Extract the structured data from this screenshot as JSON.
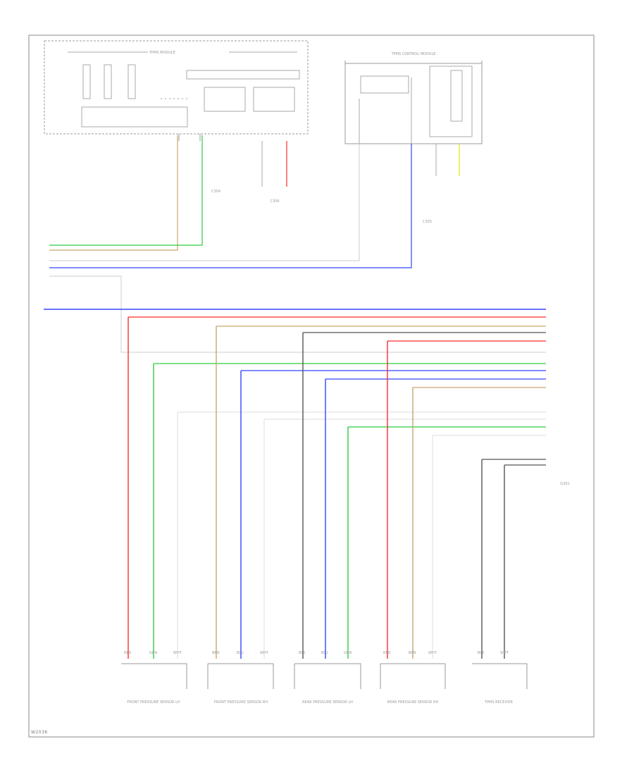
{
  "footer_id": "W2036",
  "top_modules": {
    "left_label": "TPMS MODULE",
    "right_label": "TPMS CONTROL MODULE"
  },
  "connectors": {
    "left_top": "C304",
    "left_mid": "C306",
    "right_mid": "C305"
  },
  "outputs": {
    "right_side_label": "G301"
  },
  "sensors": [
    {
      "name": "FRONT PRESSURE SENSOR LH",
      "pins": [
        "RED",
        "GRN",
        "WHT"
      ]
    },
    {
      "name": "FRONT PRESSURE SENSOR RH",
      "pins": [
        "BRN",
        "BLU",
        "WHT"
      ]
    },
    {
      "name": "REAR PRESSURE SENSOR LH",
      "pins": [
        "BLK",
        "BLU",
        "GRN"
      ]
    },
    {
      "name": "REAR PRESSURE SENSOR RH",
      "pins": [
        "RED",
        "BRN",
        "WHT"
      ]
    },
    {
      "name": "TPMS RECEIVER",
      "pins": [
        "BLK",
        "WHT"
      ]
    }
  ],
  "colors": {
    "frame": "#7a7a7a",
    "green": "#2ecc40",
    "blue": "#3344ff",
    "red": "#ff2a2a",
    "tan": "#c9a66b",
    "black": "#222222",
    "yellow": "#e6e600",
    "gray": "#aaaaaa"
  }
}
